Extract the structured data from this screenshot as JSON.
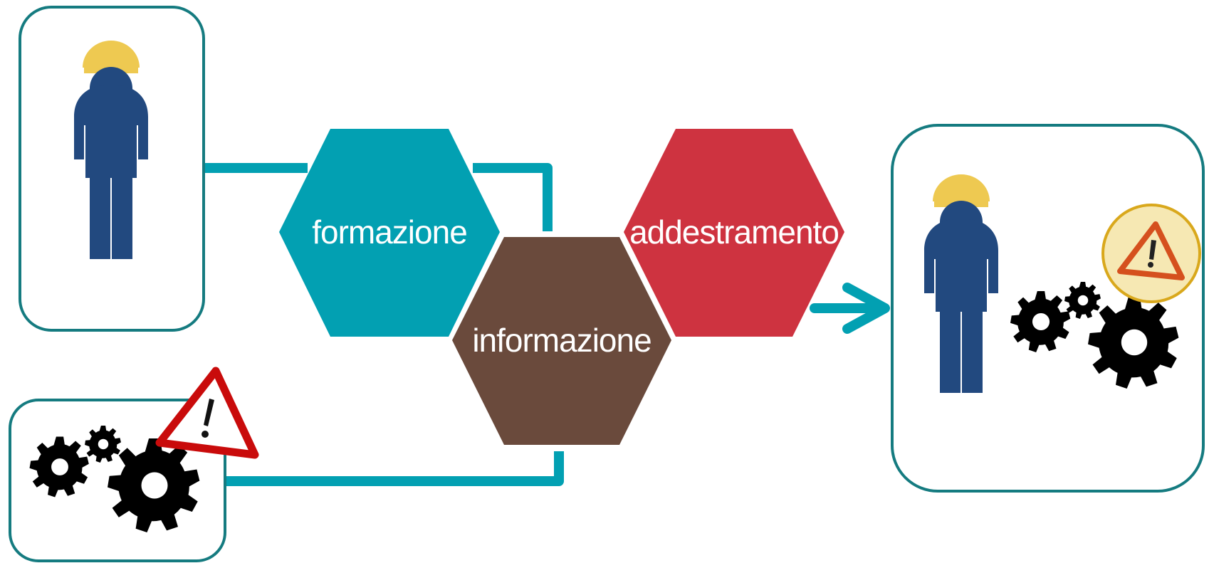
{
  "diagram": {
    "nodes": [
      {
        "id": "formazione",
        "label": "formazione",
        "color": "#02A0B2"
      },
      {
        "id": "informazione",
        "label": "informazione",
        "color": "#6A4A3C"
      },
      {
        "id": "addestramento",
        "label": "addestramento",
        "color": "#CE3340"
      }
    ],
    "colors": {
      "connector": "#02A0B2",
      "frame_border": "#157B80",
      "worker_body": "#22497F",
      "hard_hat": "#EEC951",
      "gear": "#000000",
      "warning_red": "#C90B0B",
      "warning_orange": "#D5501E",
      "warning_badge_fill": "#F6E8B3",
      "warning_badge_ring": "#D9A81C"
    },
    "icons": {
      "input_worker": "worker-icon",
      "input_machinery": "gears-icon",
      "input_hazard": "warning-triangle-icon",
      "output_worker": "worker-icon",
      "output_machinery": "gears-icon",
      "output_hazard": "warning-badge-icon",
      "flow": "arrow-right-icon"
    }
  }
}
